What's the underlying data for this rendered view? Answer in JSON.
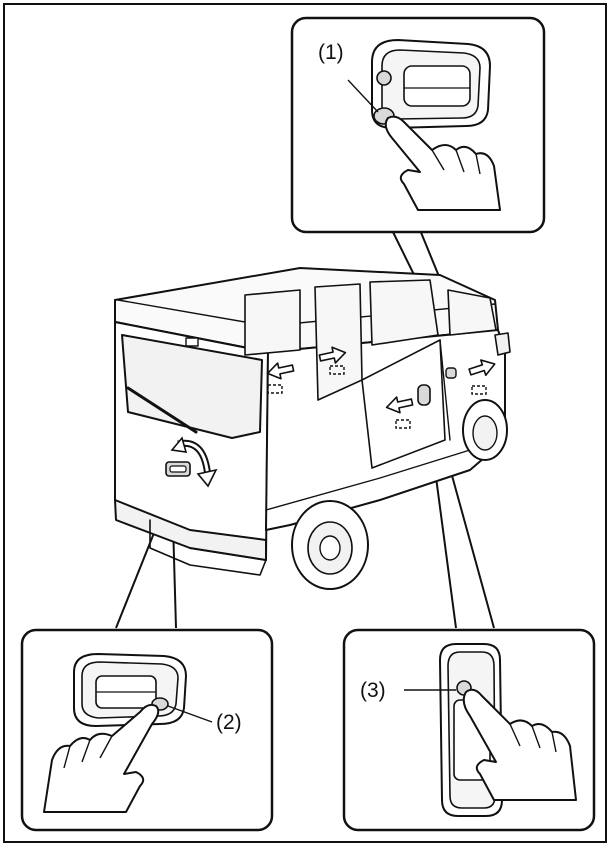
{
  "callouts": [
    {
      "id": "1",
      "label": "(1)"
    },
    {
      "id": "2",
      "label": "(2)"
    },
    {
      "id": "3",
      "label": "(3)"
    }
  ],
  "colors": {
    "line": "#111111",
    "background": "#ffffff",
    "fill_light": "#f2f2f2",
    "fill_mid": "#d9d9d9"
  }
}
